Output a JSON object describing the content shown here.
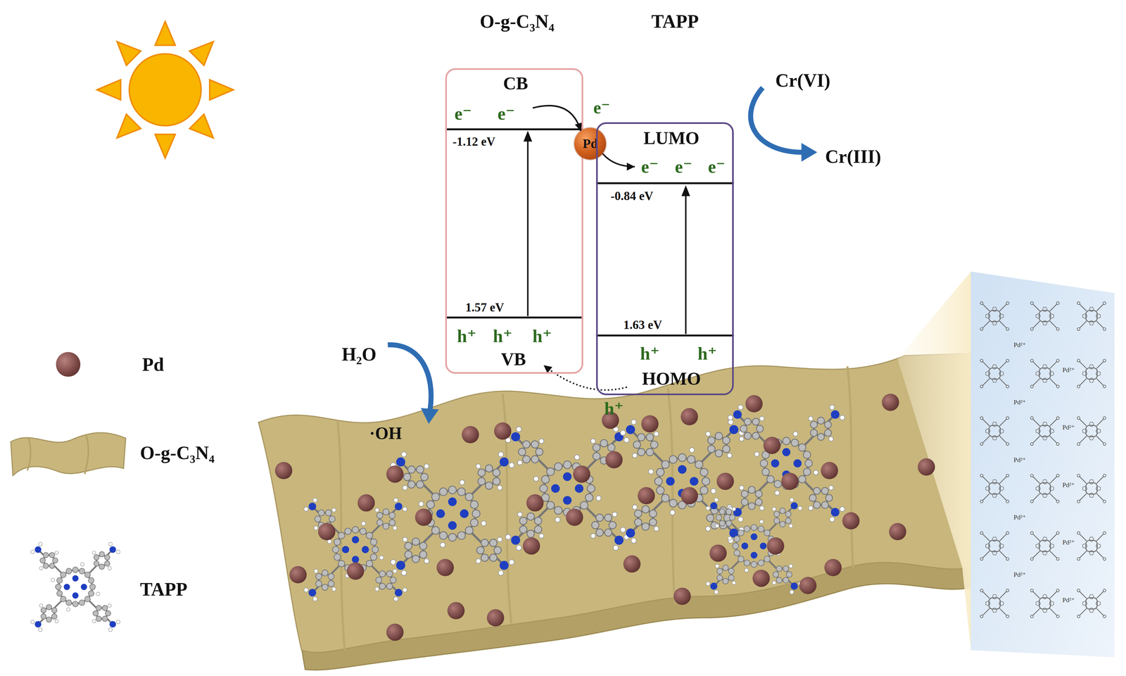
{
  "diagram": {
    "nodes": [
      {
        "text": [
          "O-g-C₃N₄",
          "CB",
          "e⁻",
          "e⁻",
          "-1.12 eV",
          "1.57 eV",
          "h⁺",
          "h⁺",
          "h⁺",
          "VB"
        ]
      },
      {
        "text": [
          "Pd"
        ]
      },
      {
        "text": [
          "TAPP",
          "LUMO",
          "e⁻",
          "e⁻",
          "e⁻",
          "-0.84 eV",
          "1.63 eV",
          "h⁺",
          "h⁺",
          "HOMO"
        ]
      }
    ],
    "edges": [
      {
        "from": 0,
        "to": 1,
        "arrow": "to"
      },
      {
        "from": 1,
        "to": 2,
        "arrow": "to"
      },
      {
        "from": 2,
        "to": 0,
        "label": "h⁺",
        "arrow": "to"
      }
    ],
    "labels": [
      "e⁻",
      "Cr(VI)",
      "Cr(III)",
      "H₂O",
      "·OH",
      "Pd²⁺",
      "Pd²⁺",
      "Pd²⁺",
      "Pd²⁺",
      "Pd²⁺",
      "Pd²⁺",
      "Pd²⁺",
      "Pd²⁺",
      "Pd²⁺",
      "Pd²⁺"
    ],
    "legend": [
      {
        "text": "Pd",
        "color": "#7b4744"
      },
      {
        "text": "O-g-C₃N₄"
      },
      {
        "text": "TAPP"
      }
    ]
  }
}
